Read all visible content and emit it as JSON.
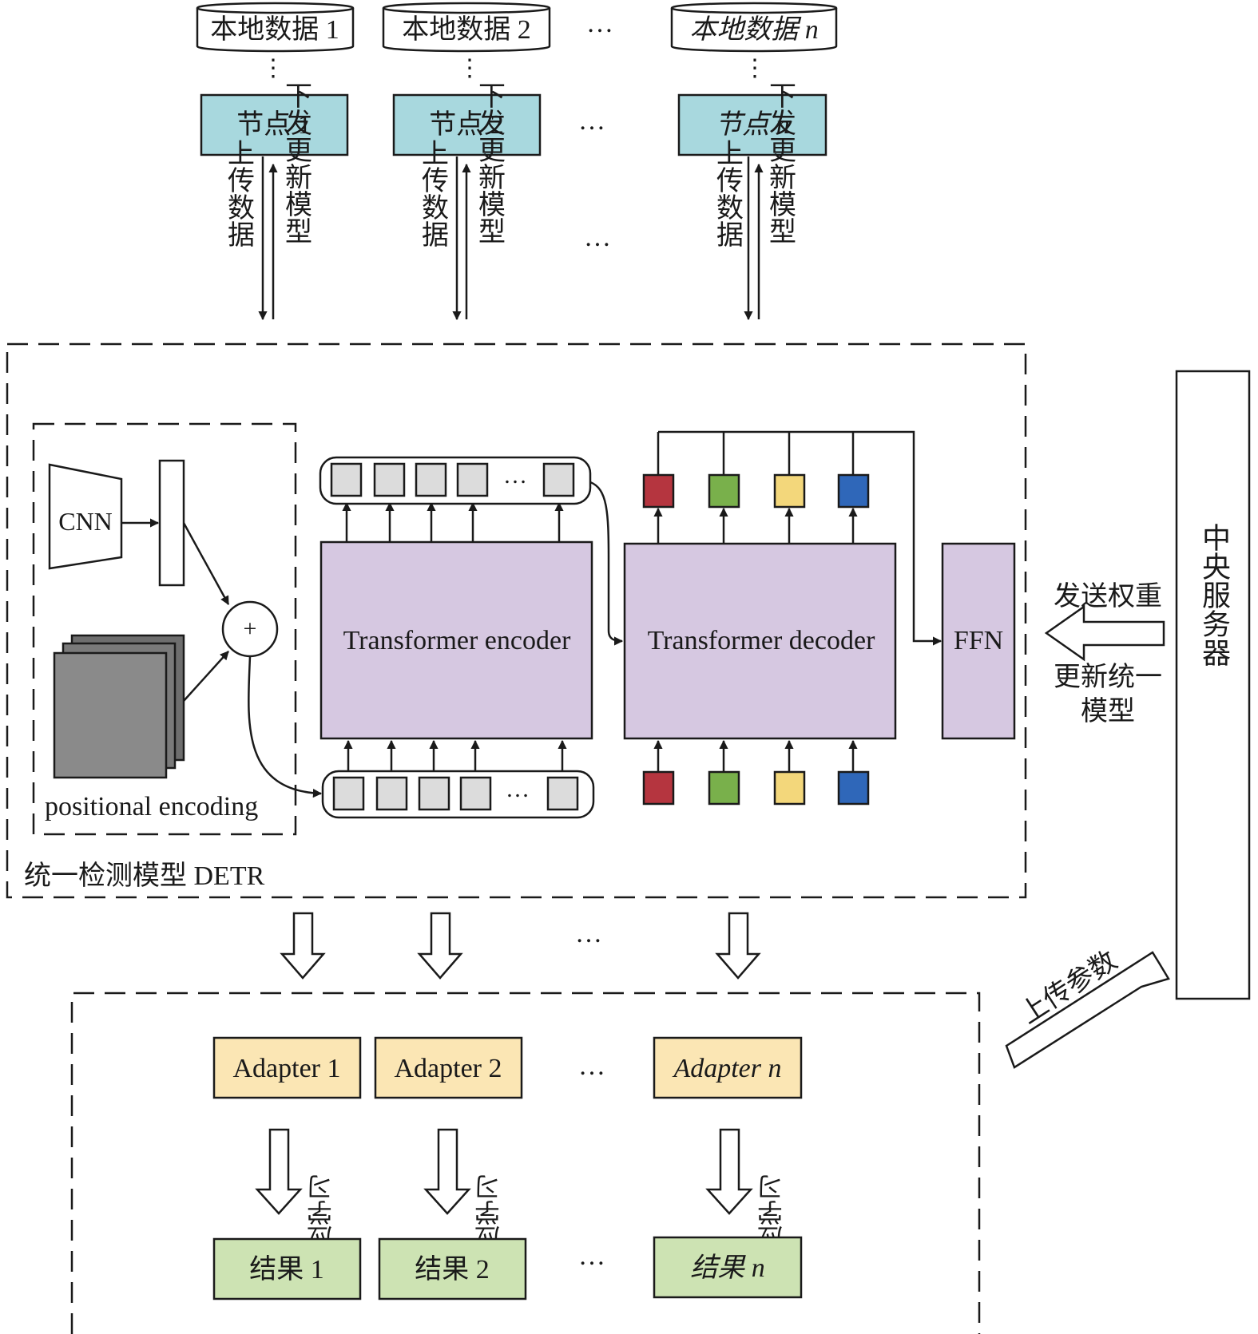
{
  "colors": {
    "node": "#a8d8de",
    "transformer": "#d6c8e1",
    "adapter": "#fbe6b4",
    "result": "#cde3b3",
    "token": "#dcdcdc",
    "query_red": "#b5353f",
    "query_green": "#79b04b",
    "query_yellow": "#f3d77b",
    "query_blue": "#2f67b9",
    "feature_map": "#8a8a8a"
  },
  "top": {
    "local_data": [
      "本地数据 1",
      "本地数据 2",
      "本地数据 n"
    ],
    "nodes": [
      "节点 1",
      "节点 2",
      "节点 n"
    ],
    "upload_label": "上传数据",
    "download_label": "下发更新模型",
    "ellipsis": "…"
  },
  "detr": {
    "title": "统一检测模型 DETR",
    "cnn": "CNN",
    "plus": "+",
    "positional_encoding": "positional encoding",
    "encoder": "Transformer encoder",
    "decoder": "Transformer decoder",
    "ffn": "FFN",
    "ellipsis": "…"
  },
  "server": {
    "label": "中央服务器",
    "send_weights": "发送权重",
    "update_model_1": "更新统一",
    "update_model_2": "模型",
    "upload_params": "上传参数"
  },
  "bottom": {
    "adapters": [
      "Adapter 1",
      "Adapter 2",
      "Adapter n"
    ],
    "adapt_label": "适应学习",
    "results": [
      "结果 1",
      "结果 2",
      "结果 n"
    ],
    "ellipsis": "…"
  }
}
